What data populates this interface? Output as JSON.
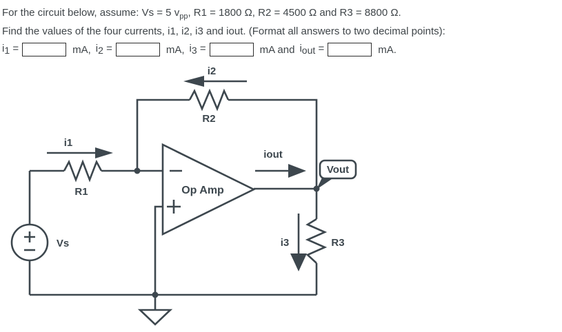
{
  "problem": {
    "statement": {
      "pre": "For the circuit below, assume:  Vs = 5 v",
      "sub": "pp",
      "post": ", R1 = 1800 Ω, R2 = 4500 Ω and R3 = 8800 Ω."
    },
    "instruction": "Find the values of the four currents, i1, i2, i3 and iout. (Format all answers to two decimal points):",
    "answers": [
      {
        "base": "i",
        "sub": "1",
        "eq": "=",
        "value": "",
        "unit": "mA,"
      },
      {
        "base": "i",
        "sub": "2",
        "eq": "=",
        "value": "",
        "unit": "mA,"
      },
      {
        "base": "i",
        "sub": "3",
        "eq": "=",
        "value": "",
        "unit": "mA and"
      },
      {
        "base": "i",
        "sub": "out",
        "eq": "=",
        "value": "",
        "unit": "mA."
      }
    ]
  },
  "circuit": {
    "labels": {
      "i1": "i1",
      "i2": "i2",
      "i3": "i3",
      "iout": "iout",
      "r1": "R1",
      "r2": "R2",
      "r3": "R3",
      "vs": "Vs",
      "opamp": "Op Amp",
      "vout": "Vout",
      "polarity_plus": "+",
      "polarity_minus": "−"
    }
  },
  "colors": {
    "wire": "#3d474e",
    "text": "#3f4549",
    "input_border": "#2e2e2e",
    "background": "#ffffff"
  }
}
